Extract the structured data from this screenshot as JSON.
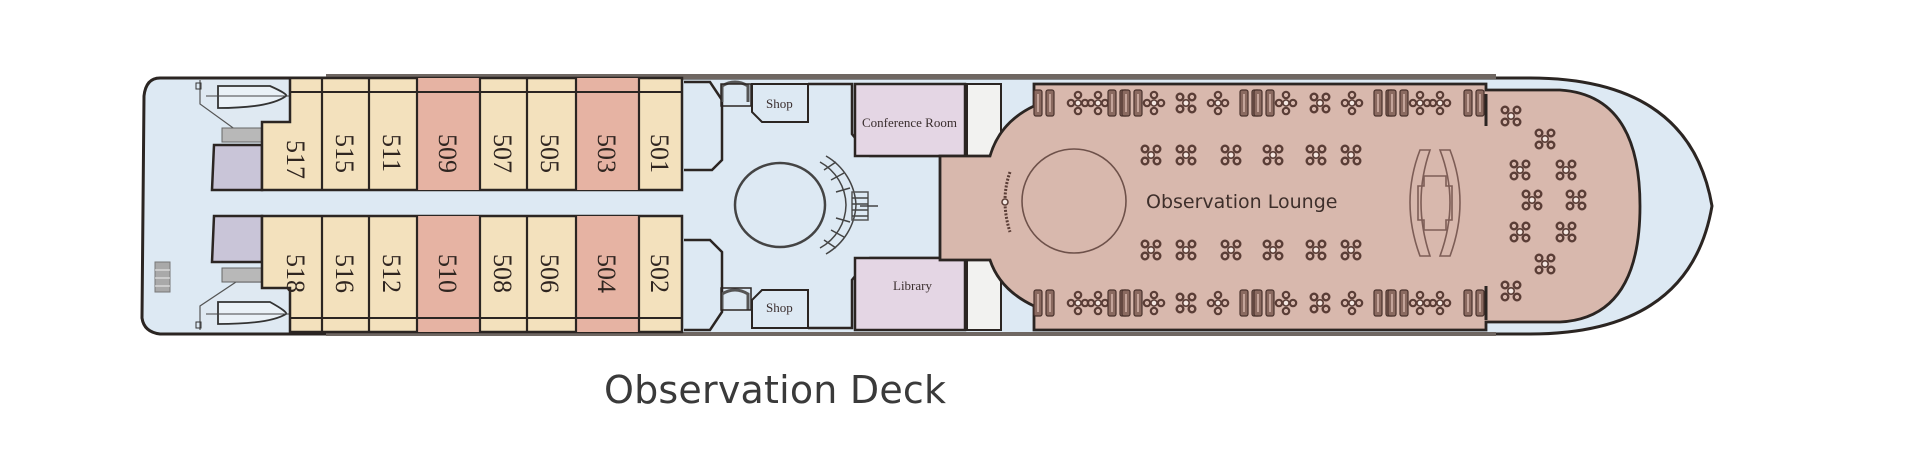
{
  "deck": {
    "title": "Observation Deck"
  },
  "colors": {
    "hull_fill": "#dde9f3",
    "outline": "#2b2522",
    "standard_cabin": "#f3e1bd",
    "suite_cabin": "#e6b3a3",
    "lounge": "#d8b8ad",
    "function_room": "#e4d6e4",
    "service_room": "#c9c5d8",
    "furniture": "#6b4a42"
  },
  "cabins": {
    "starboard": [
      {
        "number": "517",
        "type": "standard"
      },
      {
        "number": "515",
        "type": "standard"
      },
      {
        "number": "511",
        "type": "standard"
      },
      {
        "number": "509",
        "type": "suite"
      },
      {
        "number": "507",
        "type": "standard"
      },
      {
        "number": "505",
        "type": "standard"
      },
      {
        "number": "503",
        "type": "suite"
      },
      {
        "number": "501",
        "type": "standard"
      }
    ],
    "port": [
      {
        "number": "518",
        "type": "standard"
      },
      {
        "number": "516",
        "type": "standard"
      },
      {
        "number": "512",
        "type": "standard"
      },
      {
        "number": "510",
        "type": "suite"
      },
      {
        "number": "508",
        "type": "standard"
      },
      {
        "number": "506",
        "type": "standard"
      },
      {
        "number": "504",
        "type": "suite"
      },
      {
        "number": "502",
        "type": "standard"
      }
    ]
  },
  "rooms": {
    "shop_top": "Shop",
    "shop_bottom": "Shop",
    "conference": "Conference Room",
    "library": "Library",
    "lounge": "Observation Lounge"
  },
  "icons": {
    "lifeboat": "lifeboat-icon",
    "staircase": "staircase-icon",
    "atrium": "atrium-icon",
    "seating": "seating-cluster-icon",
    "bar": "bar-counter-icon"
  }
}
